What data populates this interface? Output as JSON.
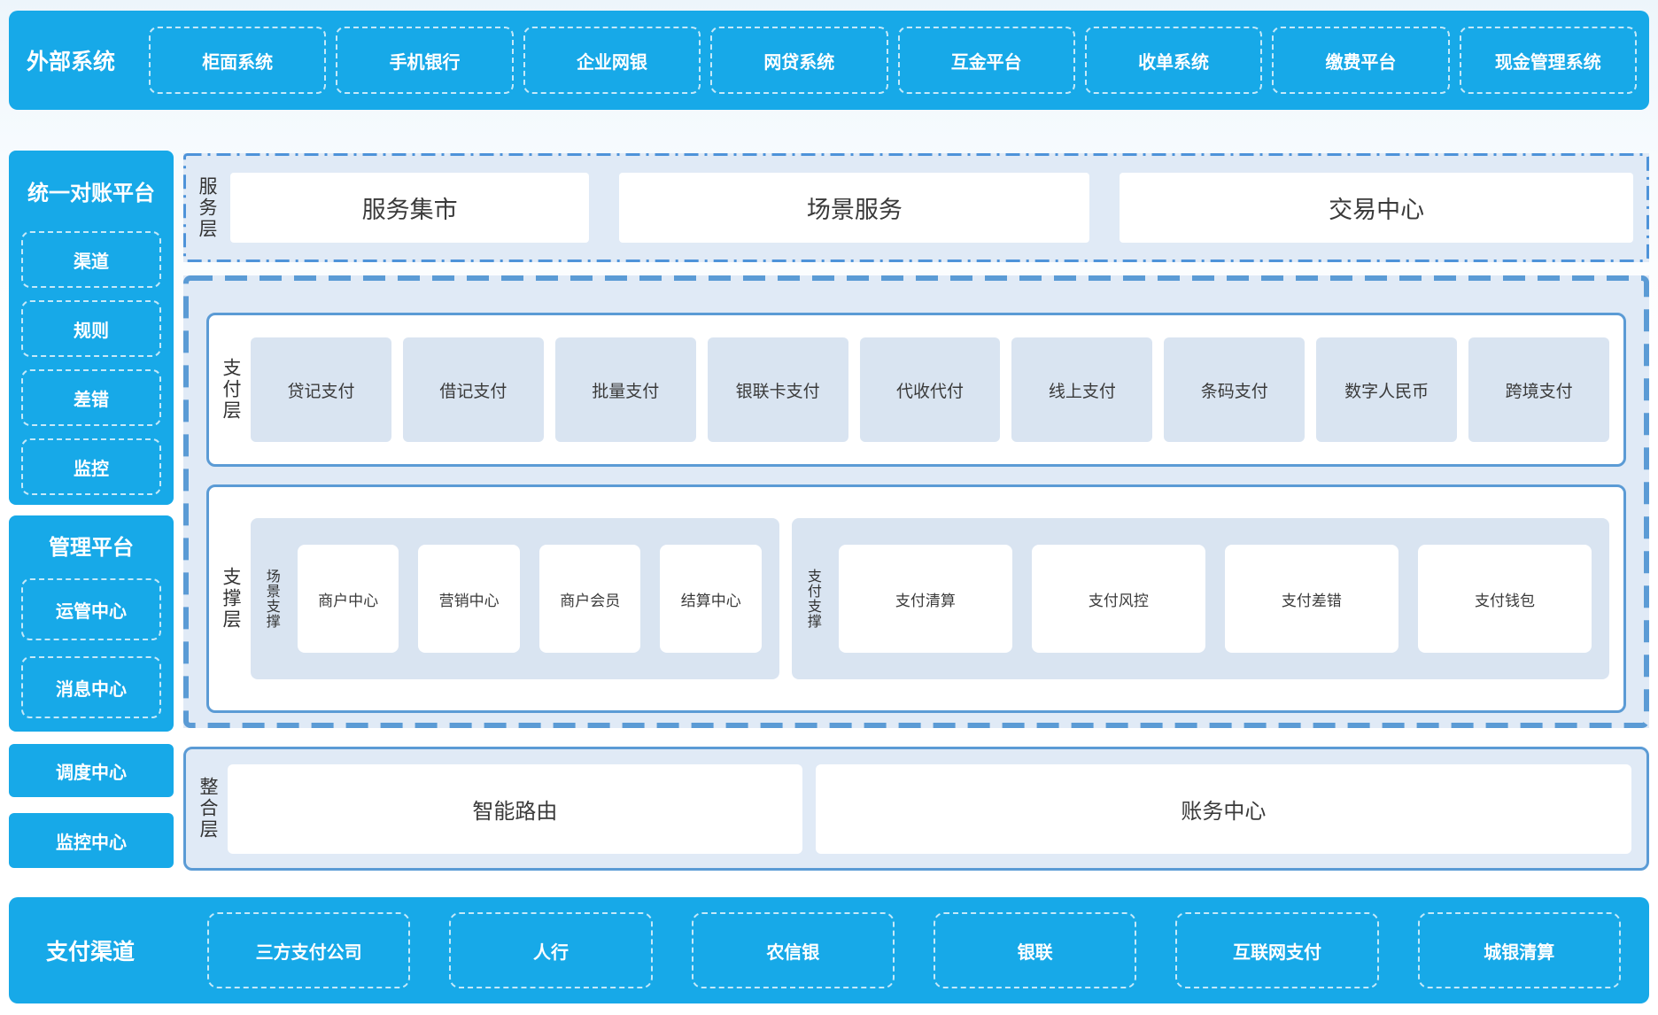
{
  "colors": {
    "brand_blue": "#17a9e8",
    "panel_background": "#e0eaf6",
    "item_background": "#d9e4f1",
    "border_blue": "#5b9bd5",
    "text_dark": "#3a3a3a"
  },
  "top_bar": {
    "title": "外部系统",
    "items": [
      "柜面系统",
      "手机银行",
      "企业网银",
      "网贷系统",
      "互金平台",
      "收单系统",
      "缴费平台",
      "现金管理系统"
    ]
  },
  "sidebar": {
    "reconciliation": {
      "title": "统一对账平台",
      "items": [
        "渠道",
        "规则",
        "差错",
        "监控"
      ]
    },
    "management": {
      "title": "管理平台",
      "items": [
        "运管中心",
        "消息中心"
      ]
    },
    "standalone": [
      "调度中心",
      "监控中心"
    ]
  },
  "service_layer": {
    "label": "服务层",
    "items": [
      "服务集市",
      "场景服务",
      "交易中心"
    ]
  },
  "payment_layer": {
    "label": "支付层",
    "items": [
      "贷记支付",
      "借记支付",
      "批量支付",
      "银联卡支付",
      "代收代付",
      "线上支付",
      "条码支付",
      "数字人民币",
      "跨境支付"
    ]
  },
  "support_layer": {
    "label": "支撑层",
    "groups": [
      {
        "label": "场景支撑",
        "items": [
          "商户中心",
          "营销中心",
          "商户会员",
          "结算中心"
        ]
      },
      {
        "label": "支付支撑",
        "items": [
          "支付清算",
          "支付风控",
          "支付差错",
          "支付钱包"
        ]
      }
    ]
  },
  "integration_layer": {
    "label": "整合层",
    "items": [
      "智能路由",
      "账务中心"
    ]
  },
  "bottom_bar": {
    "title": "支付渠道",
    "items": [
      "三方支付公司",
      "人行",
      "农信银",
      "银联",
      "互联网支付",
      "城银清算"
    ]
  }
}
